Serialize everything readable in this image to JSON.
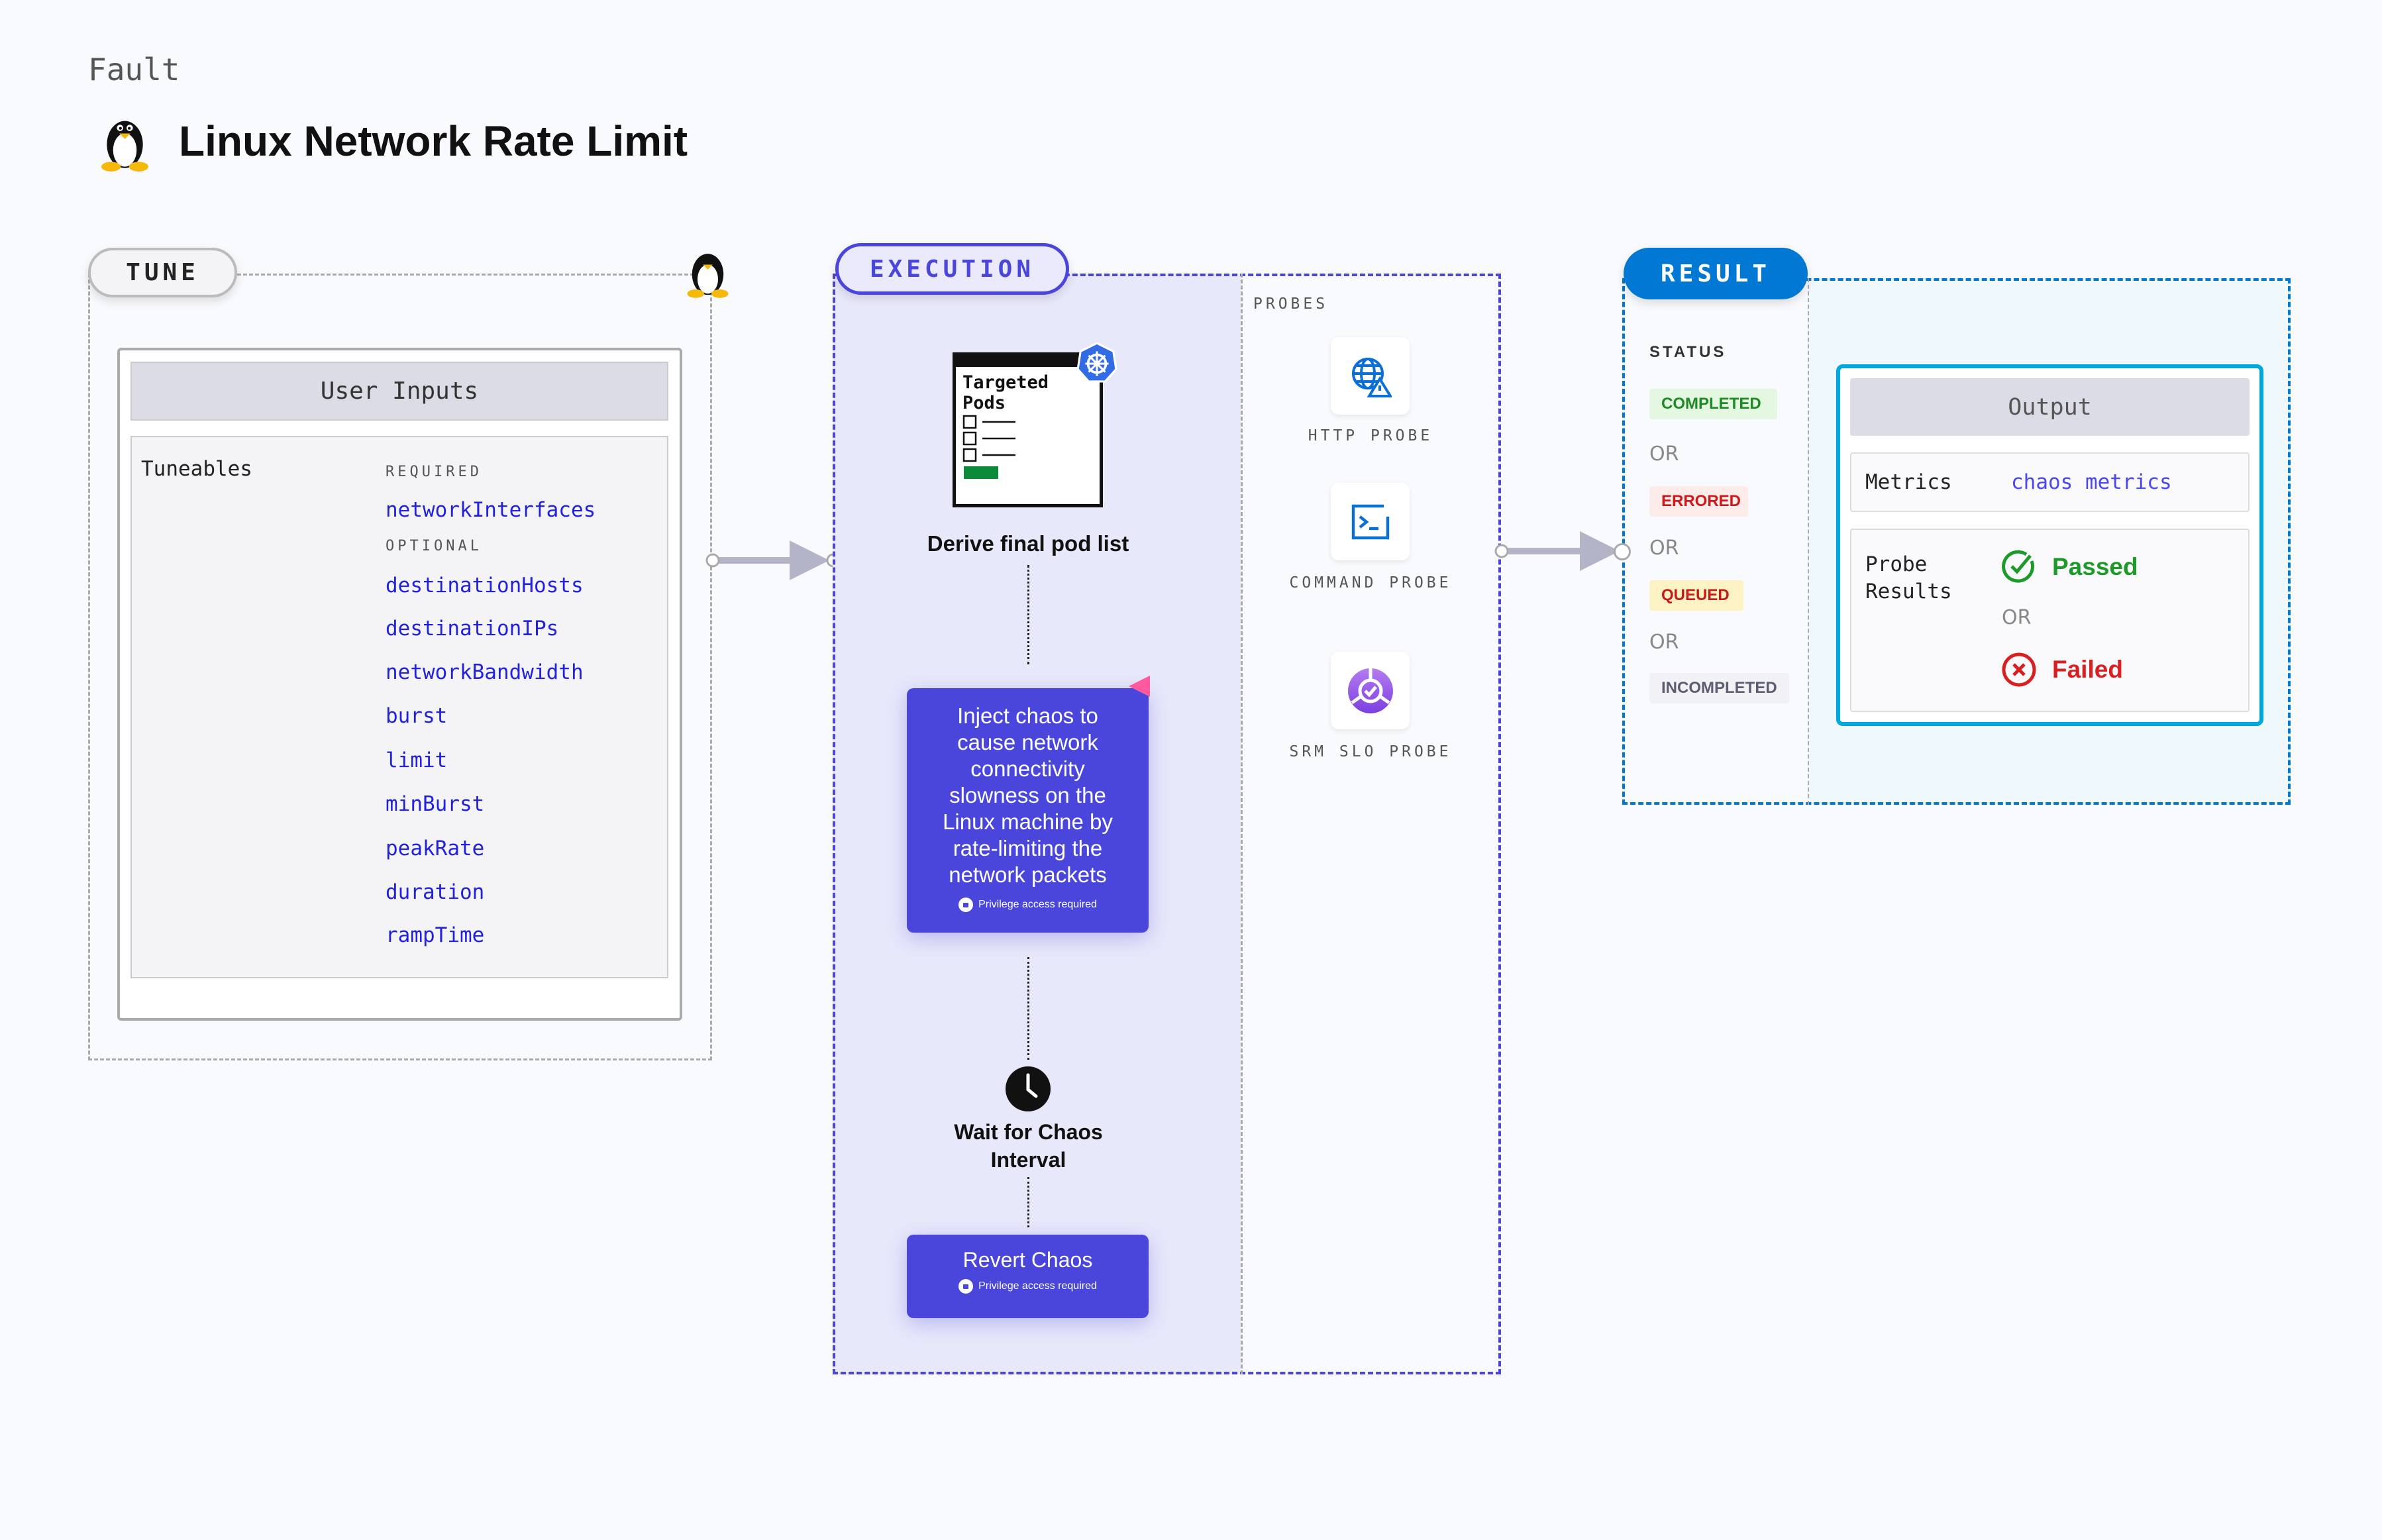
{
  "header": {
    "category": "Fault",
    "title": "Linux Network Rate Limit",
    "icon": "linux-penguin-icon"
  },
  "tune": {
    "label": "TUNE",
    "user_inputs": "User Inputs",
    "tuneables": "Tuneables",
    "required_label": "REQUIRED",
    "optional_label": "OPTIONAL",
    "required": [
      "networkInterfaces"
    ],
    "optional": [
      "destinationHosts",
      "destinationIPs",
      "networkBandwidth",
      "burst",
      "limit",
      "minBurst",
      "peakRate",
      "duration",
      "rampTime"
    ]
  },
  "execution": {
    "label": "EXECUTION",
    "pods_card": {
      "title_line1": "Targeted",
      "title_line2": "Pods"
    },
    "derive": "Derive final pod list",
    "inject": "Inject chaos to cause network connectivity slowness on the Linux machine by rate-limiting the network packets",
    "privilege": "Privilege access required",
    "wait": "Wait for Chaos Interval",
    "revert": "Revert Chaos",
    "probes_label": "PROBES",
    "probes": [
      {
        "label": "HTTP PROBE",
        "icon": "globe-warning-icon"
      },
      {
        "label": "COMMAND PROBE",
        "icon": "terminal-icon"
      },
      {
        "label": "SRM SLO PROBE",
        "icon": "srm-slo-icon"
      }
    ]
  },
  "result": {
    "label": "RESULT",
    "status_label": "STATUS",
    "or": "OR",
    "statuses": [
      {
        "label": "COMPLETED",
        "color": "#1e8a25",
        "bg": "#e4f7e1"
      },
      {
        "label": "ERRORED",
        "color": "#d0191b",
        "bg": "#fdecea"
      },
      {
        "label": "QUEUED",
        "color": "#c8191b",
        "bg": "#fdf2c4"
      },
      {
        "label": "INCOMPLETED",
        "color": "#5c5c72",
        "bg": "#f1f1f6"
      }
    ],
    "output": {
      "title": "Output",
      "metrics_label": "Metrics",
      "metrics_value": "chaos metrics",
      "probe_results_label": "Probe Results",
      "passed": "Passed",
      "failed": "Failed"
    }
  },
  "colors": {
    "execution": "#4a46dc",
    "result": "#0078d4",
    "output_border": "#00a8e0"
  }
}
